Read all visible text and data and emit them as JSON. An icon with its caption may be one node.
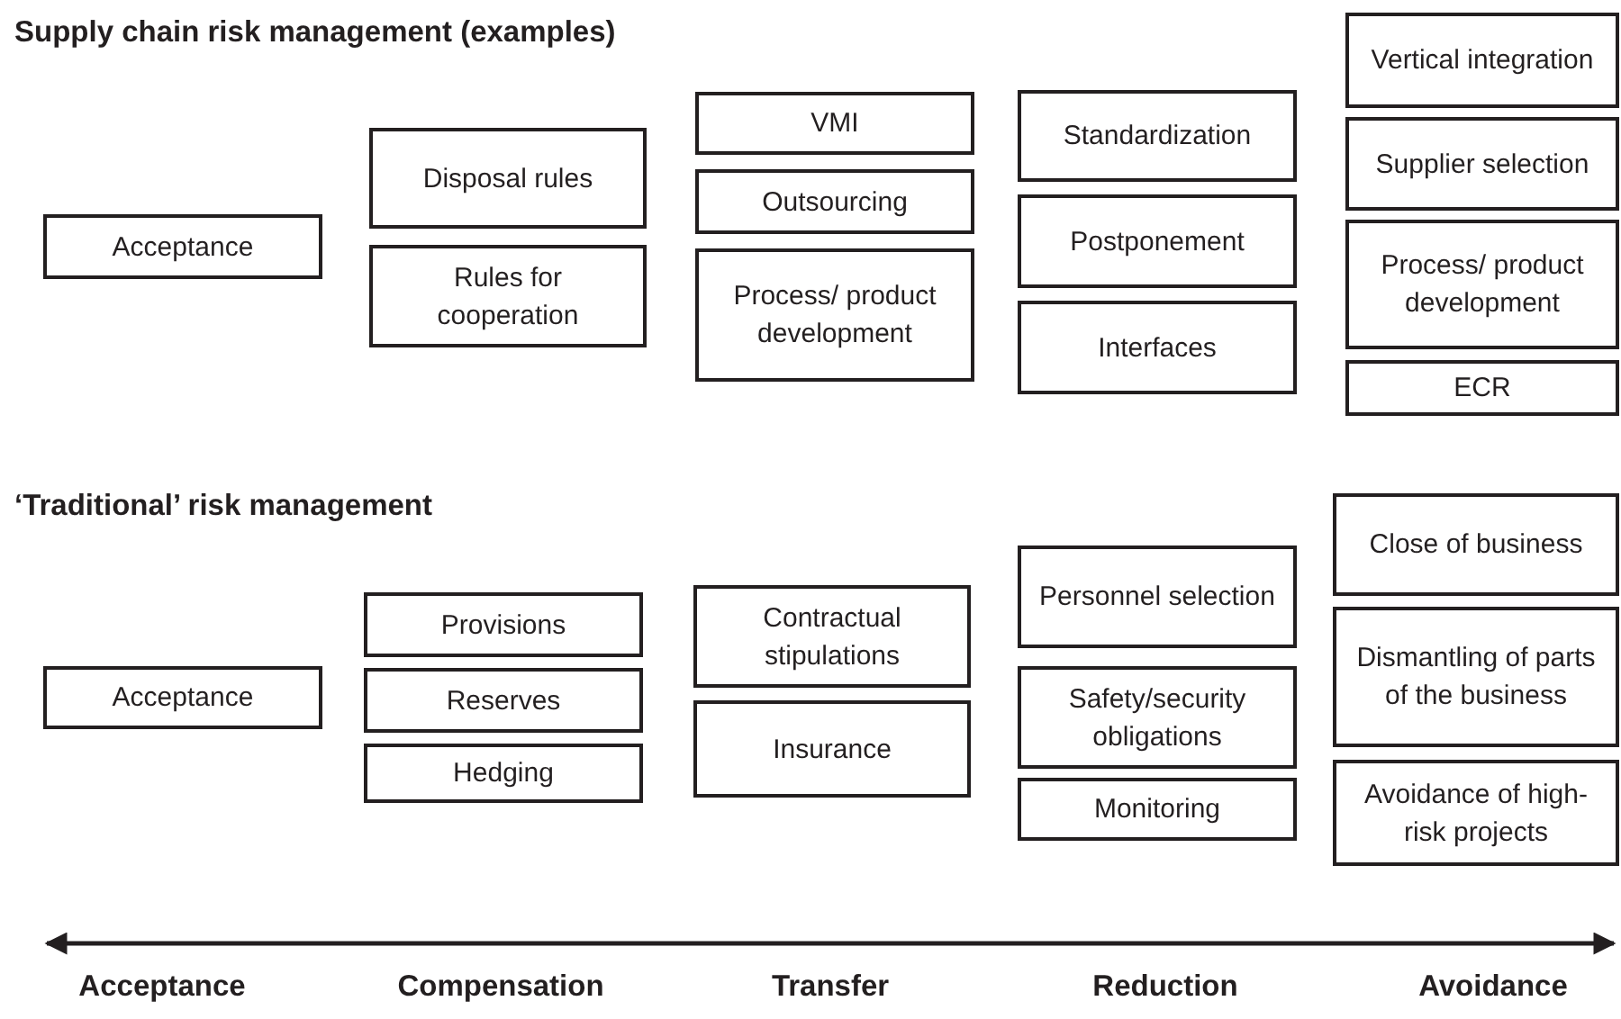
{
  "diagram": {
    "title": "Supply chain risk management (examples)",
    "nodes": [
      {
        "text": [
          "Acceptance"
        ]
      },
      {
        "text": [
          "Disposal rules"
        ]
      },
      {
        "text": [
          "Rules for cooperation"
        ]
      },
      {
        "text": [
          "VMI"
        ]
      },
      {
        "text": [
          "Outsourcing"
        ]
      },
      {
        "text": [
          "Process/ product development"
        ]
      },
      {
        "text": [
          "Standardization"
        ]
      },
      {
        "text": [
          "Postponement"
        ]
      },
      {
        "text": [
          "Interfaces"
        ]
      },
      {
        "text": [
          "Vertical integration"
        ]
      },
      {
        "text": [
          "Supplier selection"
        ]
      },
      {
        "text": [
          "Process/ product development"
        ]
      },
      {
        "text": [
          "ECR"
        ]
      },
      {
        "text": [
          "Acceptance"
        ]
      },
      {
        "text": [
          "Provisions"
        ]
      },
      {
        "text": [
          "Reserves"
        ]
      },
      {
        "text": [
          "Hedging"
        ]
      },
      {
        "text": [
          "Contractual stipulations"
        ]
      },
      {
        "text": [
          "Insurance"
        ]
      },
      {
        "text": [
          "Personnel selection"
        ]
      },
      {
        "text": [
          "Safety/security obligations"
        ]
      },
      {
        "text": [
          "Monitoring"
        ]
      },
      {
        "text": [
          "Close of business"
        ]
      },
      {
        "text": [
          "Dismantling of parts of the business"
        ]
      },
      {
        "text": [
          "Avoidance of high-risk projects"
        ]
      }
    ],
    "labels": [
      "‘Traditional’ risk management",
      "Acceptance",
      "Compensation",
      "Transfer",
      "Reduction",
      "Avoidance"
    ]
  }
}
